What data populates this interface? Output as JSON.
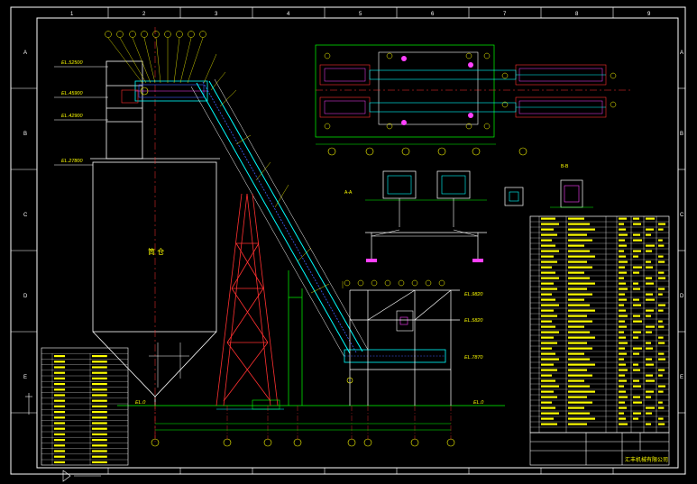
{
  "drawing": {
    "elevations": {
      "e1": "EL.52500",
      "e2": "EL.45900",
      "e3": "EL.42900",
      "e4": "EL.27800",
      "e5": "EL.9820",
      "e6": "EL.5820",
      "e7": "EL.7870",
      "e8": "EL.0",
      "e9": "EL.0"
    },
    "border_letters": [
      "A",
      "B",
      "C",
      "D",
      "E"
    ],
    "border_numbers": [
      "1",
      "2",
      "3",
      "4",
      "5",
      "6",
      "7",
      "8",
      "9"
    ],
    "section_labels": {
      "aa": "A-A",
      "bb": "B-B"
    },
    "silo_label": "筒 仓",
    "axis_labels": [
      "①",
      "②",
      "③",
      "④",
      "⑤",
      "⑥",
      "⑦",
      "⑧"
    ],
    "title_block": {
      "company": "汇丰机械有限公司"
    },
    "colors": {
      "bg": "#000000",
      "frame": "#ffffff",
      "yellow": "#ffff00",
      "cyan": "#00ffff",
      "red": "#ff3030",
      "magenta": "#ff40ff",
      "green": "#00ff00",
      "blue": "#4060ff"
    }
  }
}
